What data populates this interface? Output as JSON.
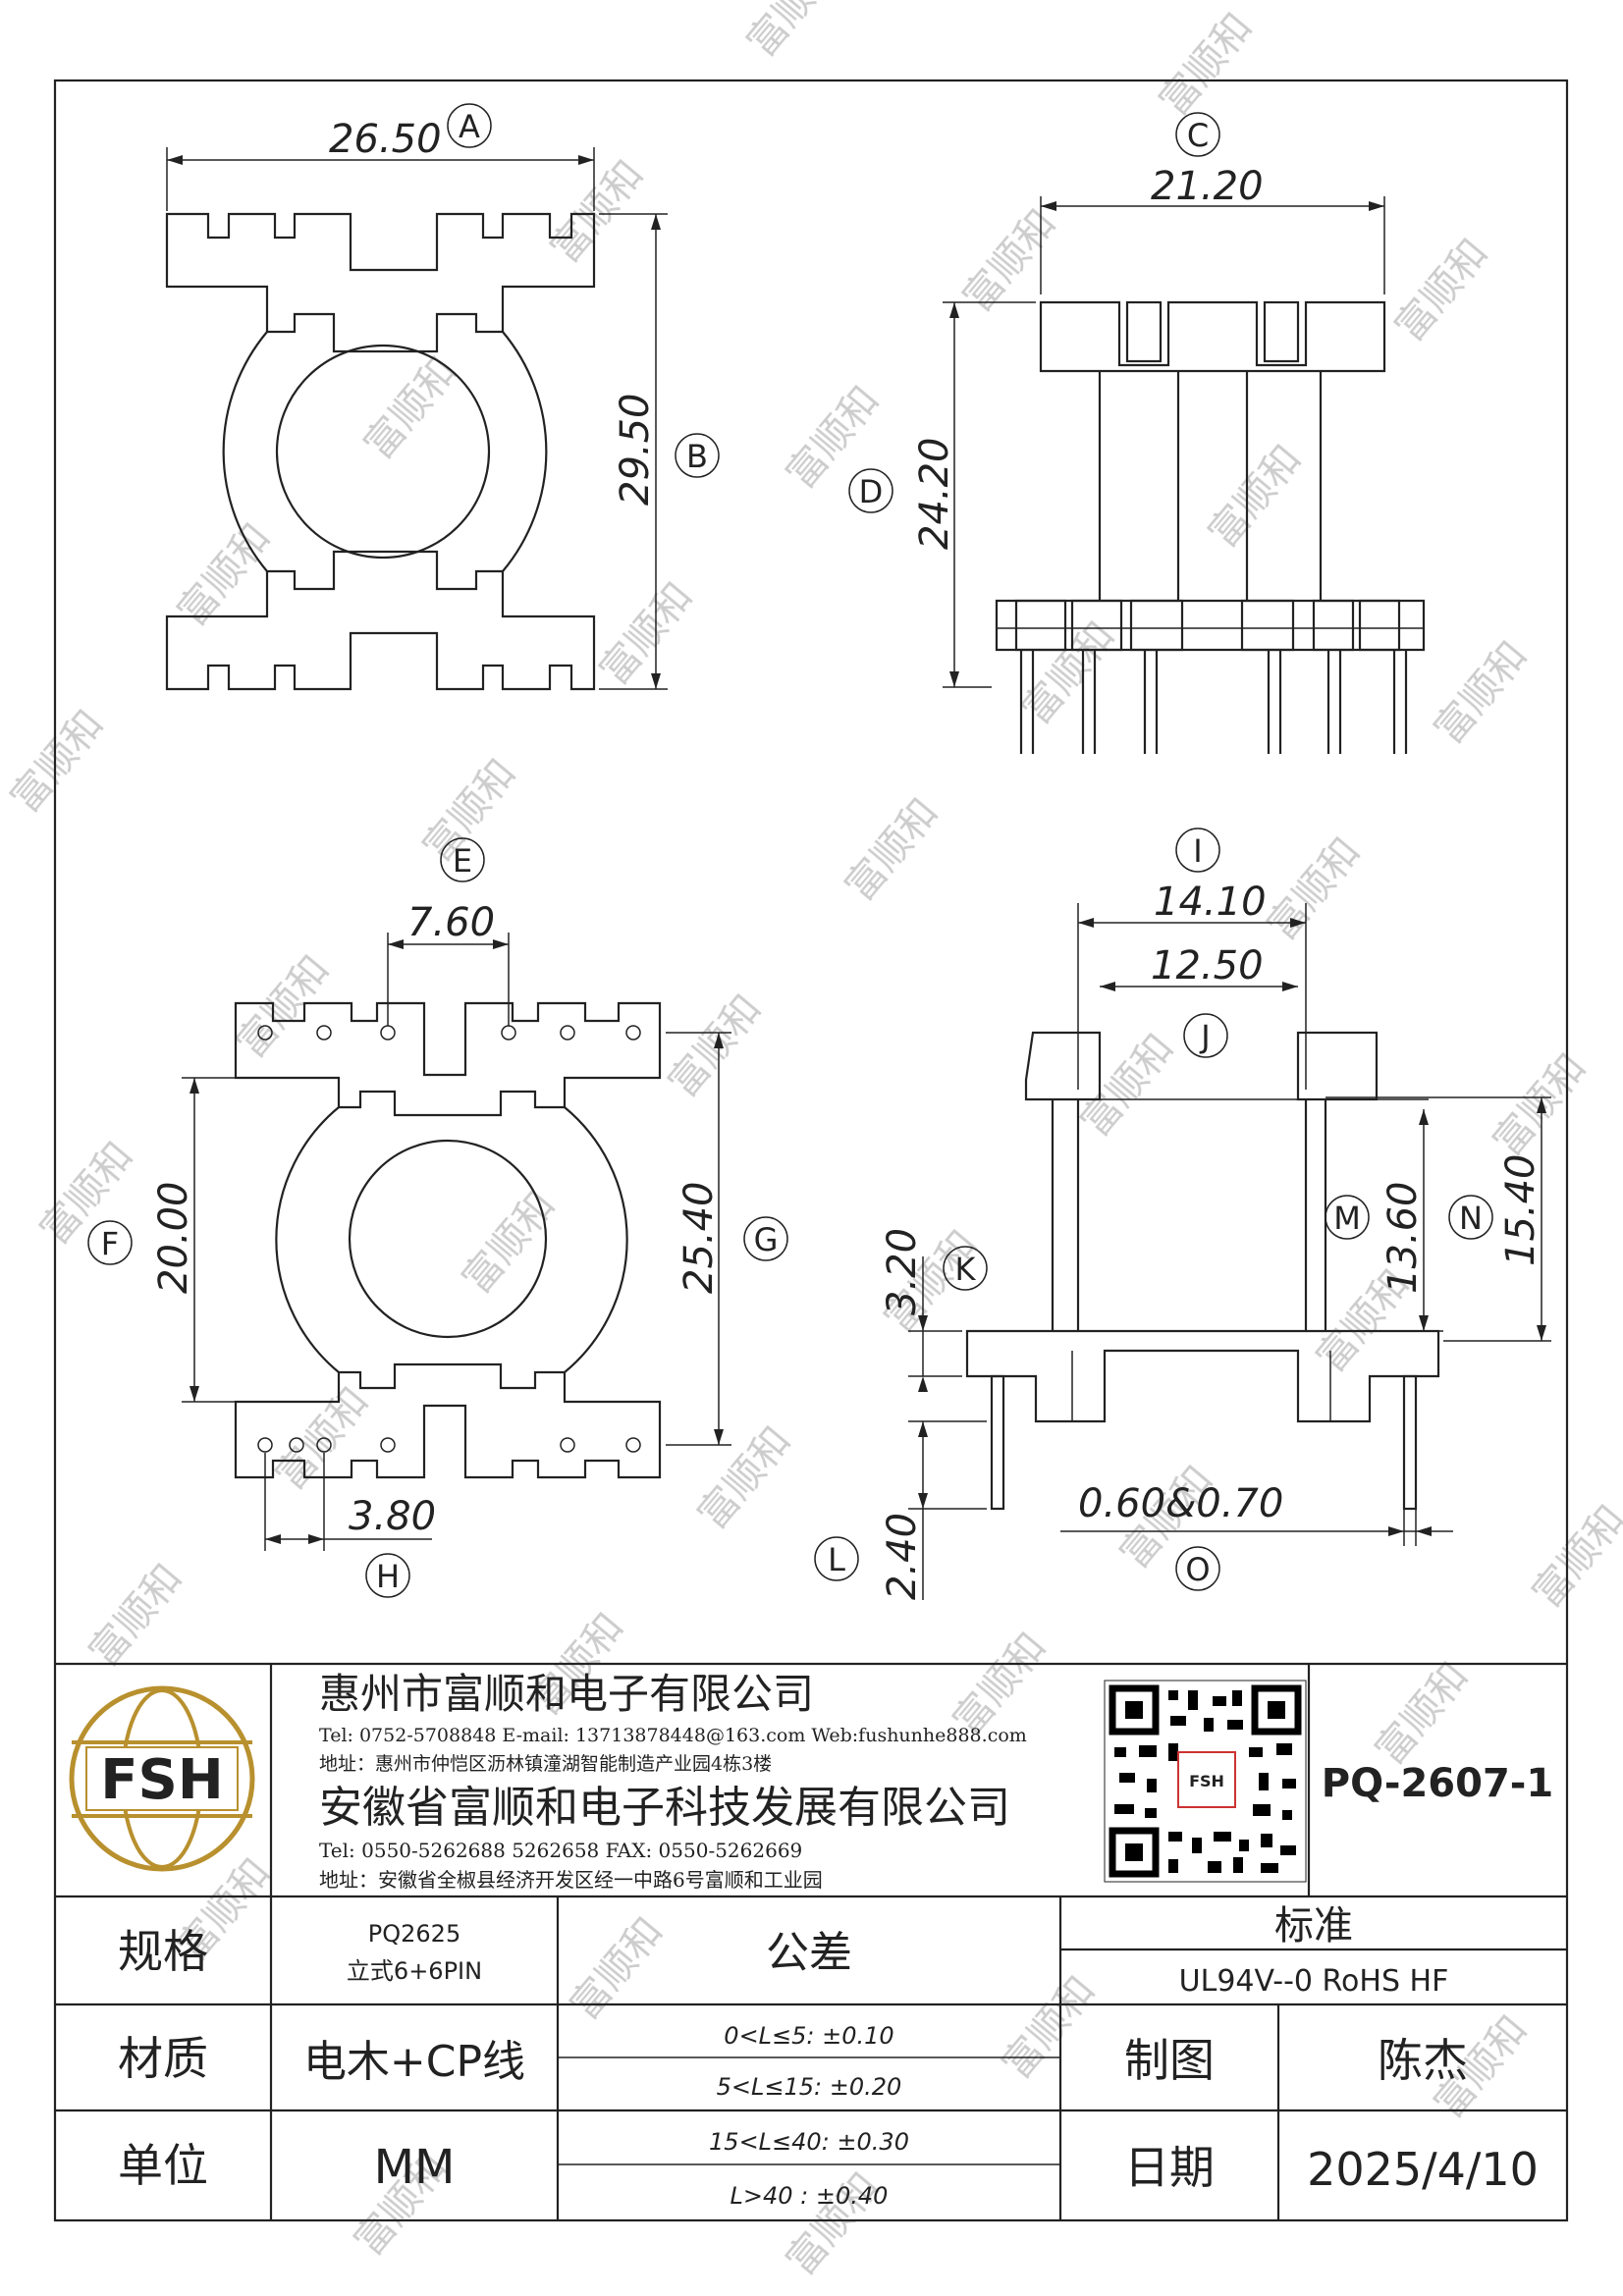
{
  "watermark": "富顺和",
  "views": {
    "top": {
      "dims": [
        {
          "tag": "A",
          "value": "26.50"
        },
        {
          "tag": "B",
          "value": "29.50"
        }
      ]
    },
    "side": {
      "dims": [
        {
          "tag": "C",
          "value": "21.20"
        },
        {
          "tag": "D",
          "value": "24.20"
        }
      ]
    },
    "bottom": {
      "dims": [
        {
          "tag": "E",
          "value": "7.60"
        },
        {
          "tag": "F",
          "value": "20.00"
        },
        {
          "tag": "G",
          "value": "25.40"
        },
        {
          "tag": "H",
          "value": "3.80"
        }
      ]
    },
    "section": {
      "dims": [
        {
          "tag": "I",
          "value": "14.10"
        },
        {
          "tag": "J",
          "value": "12.50"
        },
        {
          "tag": "K",
          "value": "3.20"
        },
        {
          "tag": "L",
          "value": "2.40"
        },
        {
          "tag": "M",
          "value": "13.60"
        },
        {
          "tag": "N",
          "value": "15.40"
        },
        {
          "tag": "O",
          "value": "0.60&0.70"
        }
      ]
    }
  },
  "title_block": {
    "logo_text": "FSH",
    "company1": {
      "name": "惠州市富顺和电子有限公司",
      "contact": "Tel: 0752-5708848  E-mail: 13713878448@163.com  Web:fushunhe888.com",
      "address": "地址：惠州市仲恺区沥林镇潼湖智能制造产业园4栋3楼"
    },
    "company2": {
      "name": "安徽省富顺和电子科技发展有限公司",
      "contact": "Tel: 0550-5262688  5262658    FAX: 0550-5262669",
      "address": "地址：安徽省全椒县经济开发区经一中路6号富顺和工业园"
    },
    "qr_badge": "FSH",
    "part_number": "PQ-2607-1",
    "spec_label": "规格",
    "spec_value_1": "PQ2625",
    "spec_value_2": "立式6+6PIN",
    "tolerance_label": "公差",
    "standard_label": "标准",
    "standard_value": "UL94V--0  RoHS HF",
    "material_label": "材质",
    "material_value": "电木+CP线",
    "unit_label": "单位",
    "unit_value": "MM",
    "tolerances": [
      "0<L≤5: ±0.10",
      "5<L≤15: ±0.20",
      "15<L≤40: ±0.30",
      "L>40 :  ±0.40"
    ],
    "drawn_label": "制图",
    "drawn_value": "陈杰",
    "date_label": "日期",
    "date_value": "2025/4/10"
  }
}
